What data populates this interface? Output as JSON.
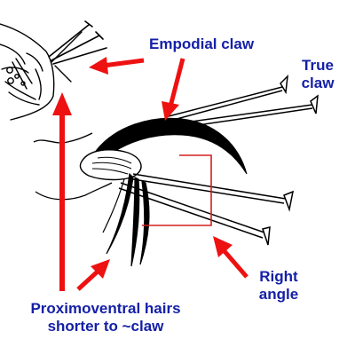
{
  "labels": {
    "empodial_claw": "Empodial claw",
    "true_claw_line1": "True",
    "true_claw_line2": "claw",
    "proximoventral_line1": "Proximoventral hairs",
    "proximoventral_line2": "shorter to ~claw",
    "right_angle_line1": "Right",
    "right_angle_line2": "angle"
  },
  "colors": {
    "label_text": "#1520a6",
    "arrow": "#ee1111",
    "ink": "#000000"
  }
}
